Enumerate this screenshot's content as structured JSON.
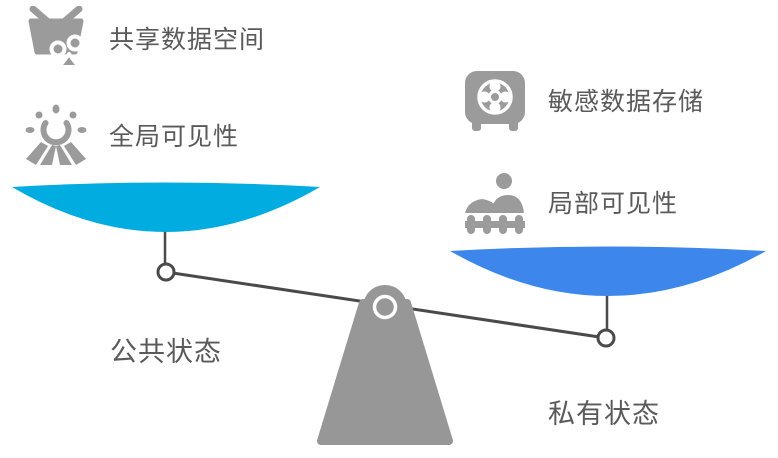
{
  "colors": {
    "background": "#FFFFFF",
    "public_pan": "#00ACE0",
    "private_pan": "#3D87EC",
    "fulcrum": "#979797",
    "beam": "#4A4A4A",
    "icon": "#9B9B9B",
    "label_text": "#5A5A5A"
  },
  "left": {
    "features": [
      {
        "icon": "basket-icon",
        "label": "共享数据空间"
      },
      {
        "icon": "sunrise-field-icon",
        "label": "全局可见性"
      }
    ],
    "state_label": "公共状态"
  },
  "right": {
    "features": [
      {
        "icon": "safe-icon",
        "label": "敏感数据存储"
      },
      {
        "icon": "person-fence-icon",
        "label": "局部可见性"
      }
    ],
    "state_label": "私有状态"
  }
}
